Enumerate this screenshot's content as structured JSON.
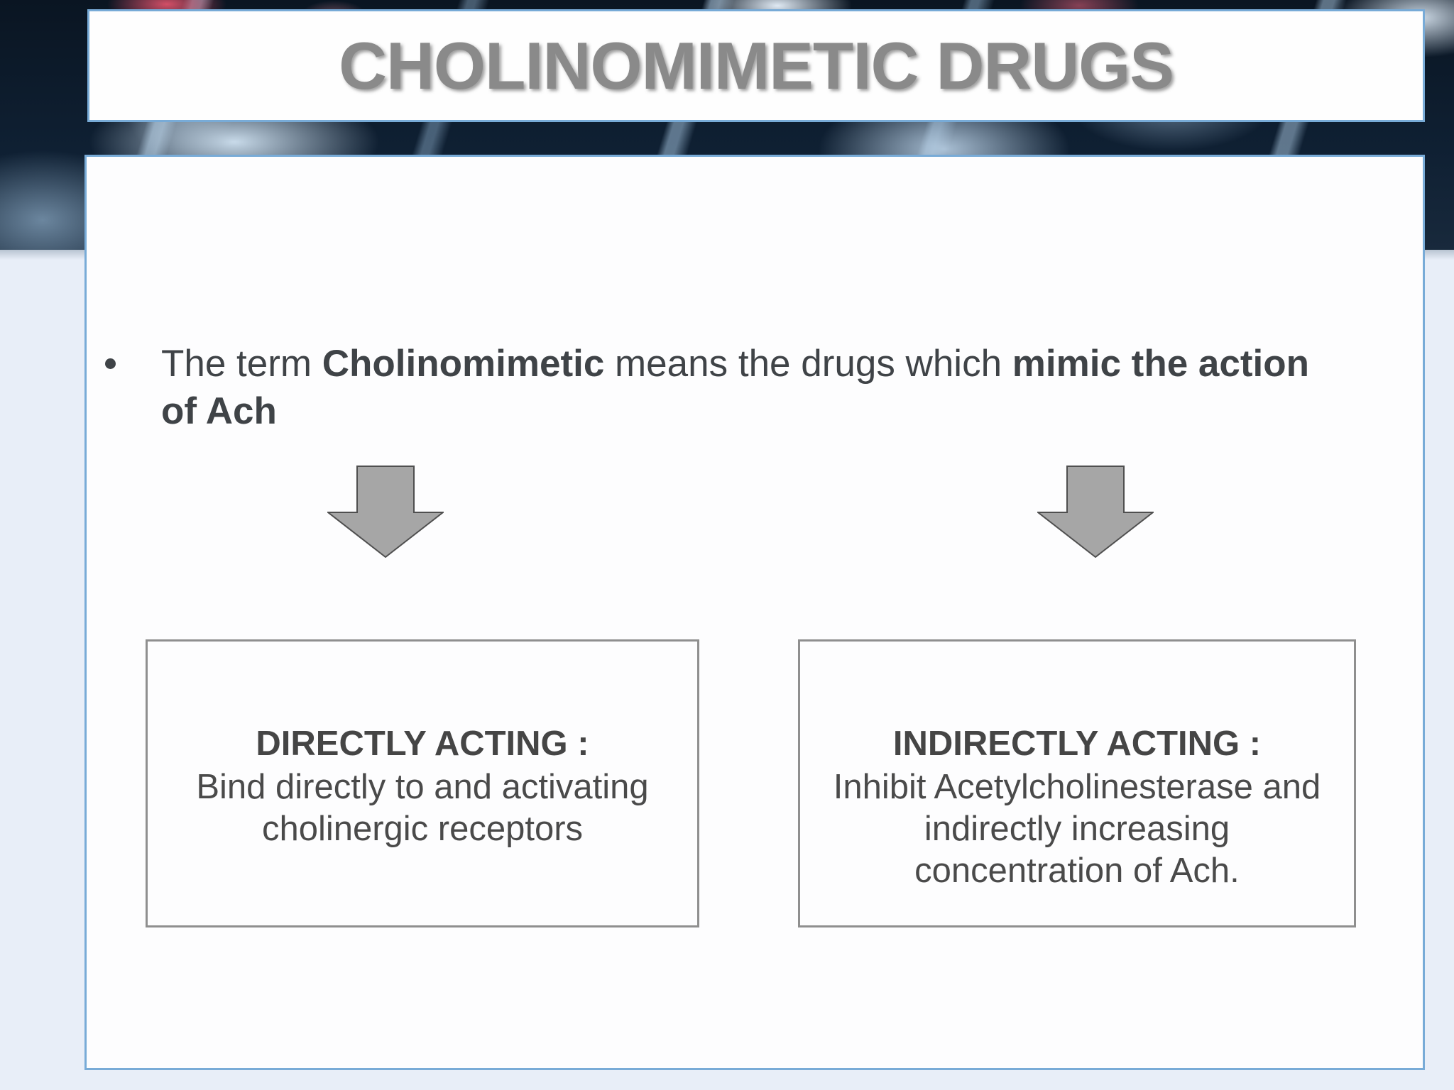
{
  "slide_title": "CHOLINOMIMETIC DRUGS",
  "bullet": {
    "regular_1": "The term ",
    "bold_1": "Cholinomimetic",
    "regular_2": " means the drugs which ",
    "bold_2_line1": "mimic the action",
    "bold_2_line2": "of Ach"
  },
  "boxes": {
    "left": {
      "heading": "DIRECTLY ACTING :",
      "lines": [
        "Bind directly to and activating",
        "cholinergic receptors"
      ]
    },
    "right": {
      "heading": "INDIRECTLY ACTING :",
      "lines": [
        "Inhibit Acetylcholinesterase and",
        "indirectly increasing",
        "concentration of Ach."
      ]
    }
  },
  "icons": {
    "left_arrow": "down-arrow",
    "right_arrow": "down-arrow"
  },
  "colors": {
    "title_text": "#8a8a8a",
    "body_text": "#3f4347",
    "accent_border_blue": "#78abd7",
    "box_border_gray": "#8f8f8f",
    "arrow_fill": "#a6a6a6",
    "arrow_stroke": "#4f4f4f",
    "page_bg": "#e8eef8",
    "hero_navy": "#0d1a2a"
  }
}
